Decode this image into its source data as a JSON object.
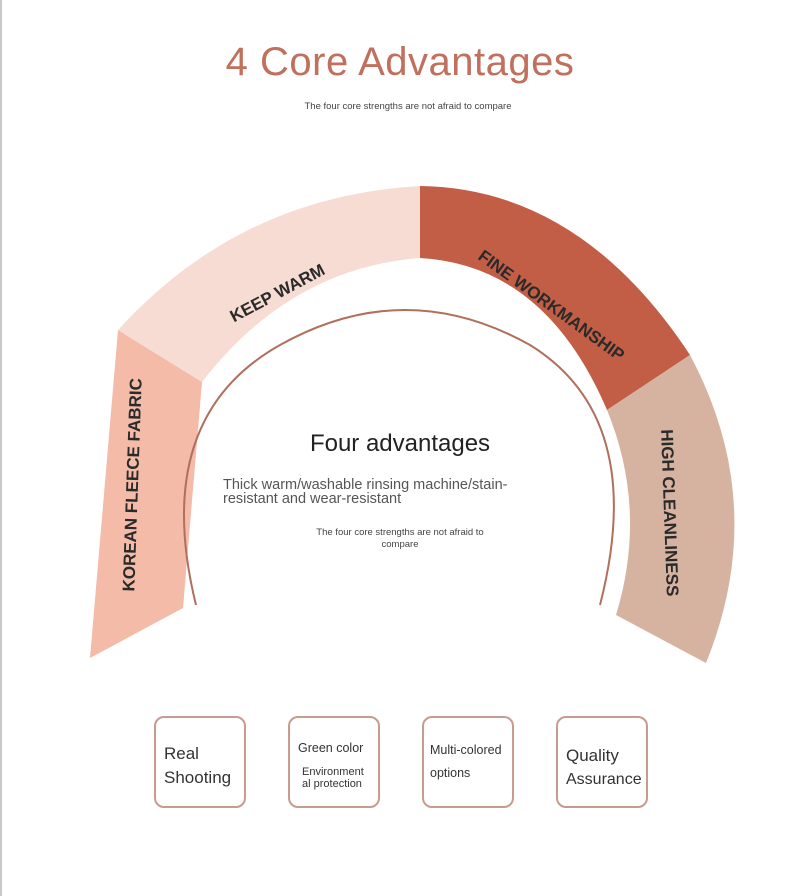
{
  "title": "4 Core Advantages",
  "subtitle": "The four core strengths are not afraid to compare",
  "segments": [
    {
      "label": "KOREAN FLEECE FABRIC",
      "color": "#f3bba8",
      "text_color": "#2a2a2a"
    },
    {
      "label": "KEEP WARM",
      "color": "#f6dcd3",
      "text_color": "#2a2a2a"
    },
    {
      "label": "FINE WORKMANSHIP",
      "color": "#c15e45",
      "text_color": "#2a2a2a"
    },
    {
      "label": "HIGH CLEANLINESS",
      "color": "#d6b2a0",
      "text_color": "#2a2a2a"
    }
  ],
  "center": {
    "title": "Four advantages",
    "text": "Thick warm/washable rinsing machine/stain-resistant and wear-resistant",
    "sub": "The four core strengths are not afraid to compare"
  },
  "features": [
    {
      "line1": "Real",
      "line2": "Shooting"
    },
    {
      "line1": "Green color",
      "line2": "Environment al protection"
    },
    {
      "line1": "Multi-colored",
      "line2": "options"
    },
    {
      "line1": "Quality",
      "line2": "Assurance"
    }
  ],
  "colors": {
    "title": "#c0705c",
    "box_border": "#c79b8d",
    "inner_ring": "#b0705c"
  }
}
